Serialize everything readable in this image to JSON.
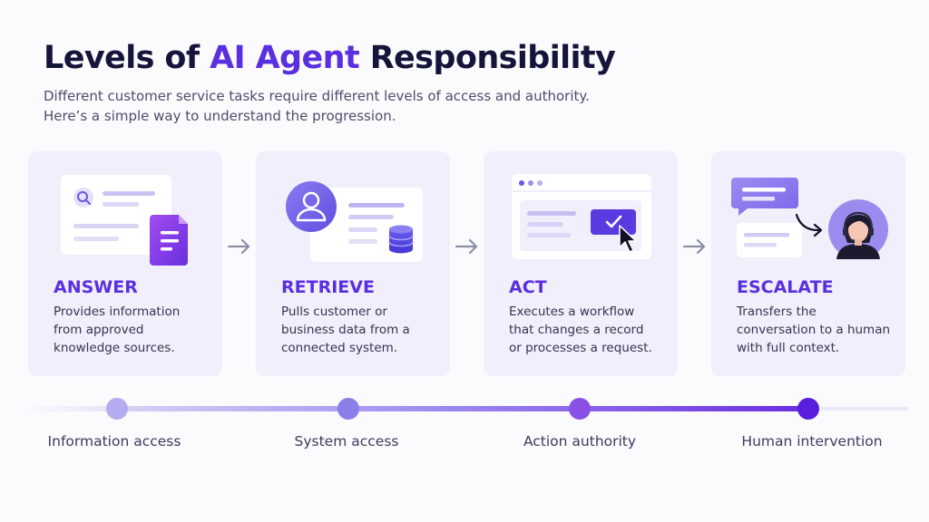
{
  "title": {
    "prefix": "Levels of ",
    "accent": "AI Agent",
    "suffix": " Responsibility"
  },
  "subtitle": {
    "line1": "Different customer service tasks require different levels of access and authority.",
    "line2": "Here’s a simple way to understand the progression."
  },
  "colors": {
    "accent": "#5a2fe0",
    "card_bg": "#f0effb",
    "dot_1": "#b3adef",
    "dot_2": "#8a7ee8",
    "dot_3": "#8a4fe6",
    "dot_4": "#5a1fdc"
  },
  "steps": [
    {
      "name": "ANSWER",
      "desc_lines": [
        "Provides information",
        "from approved",
        "knowledge sources."
      ],
      "icons": [
        "search-icon",
        "document-icon"
      ]
    },
    {
      "name": "RETRIEVE",
      "desc_lines": [
        "Pulls customer or",
        "business data from a",
        "connected system."
      ],
      "icons": [
        "user-avatar-icon",
        "database-icon"
      ]
    },
    {
      "name": "ACT",
      "desc_lines": [
        "Executes a workflow",
        "that changes a record",
        "or processes a request."
      ],
      "icons": [
        "checkmark-icon",
        "cursor-icon"
      ]
    },
    {
      "name": "ESCALATE",
      "desc_lines": [
        "Transfers the",
        "conversation to a human",
        "with full context."
      ],
      "icons": [
        "chat-bubble-icon",
        "human-agent-headset-icon"
      ]
    }
  ],
  "timeline": {
    "labels": [
      "Information access",
      "System access",
      "Action authority",
      "Human intervention"
    ]
  }
}
